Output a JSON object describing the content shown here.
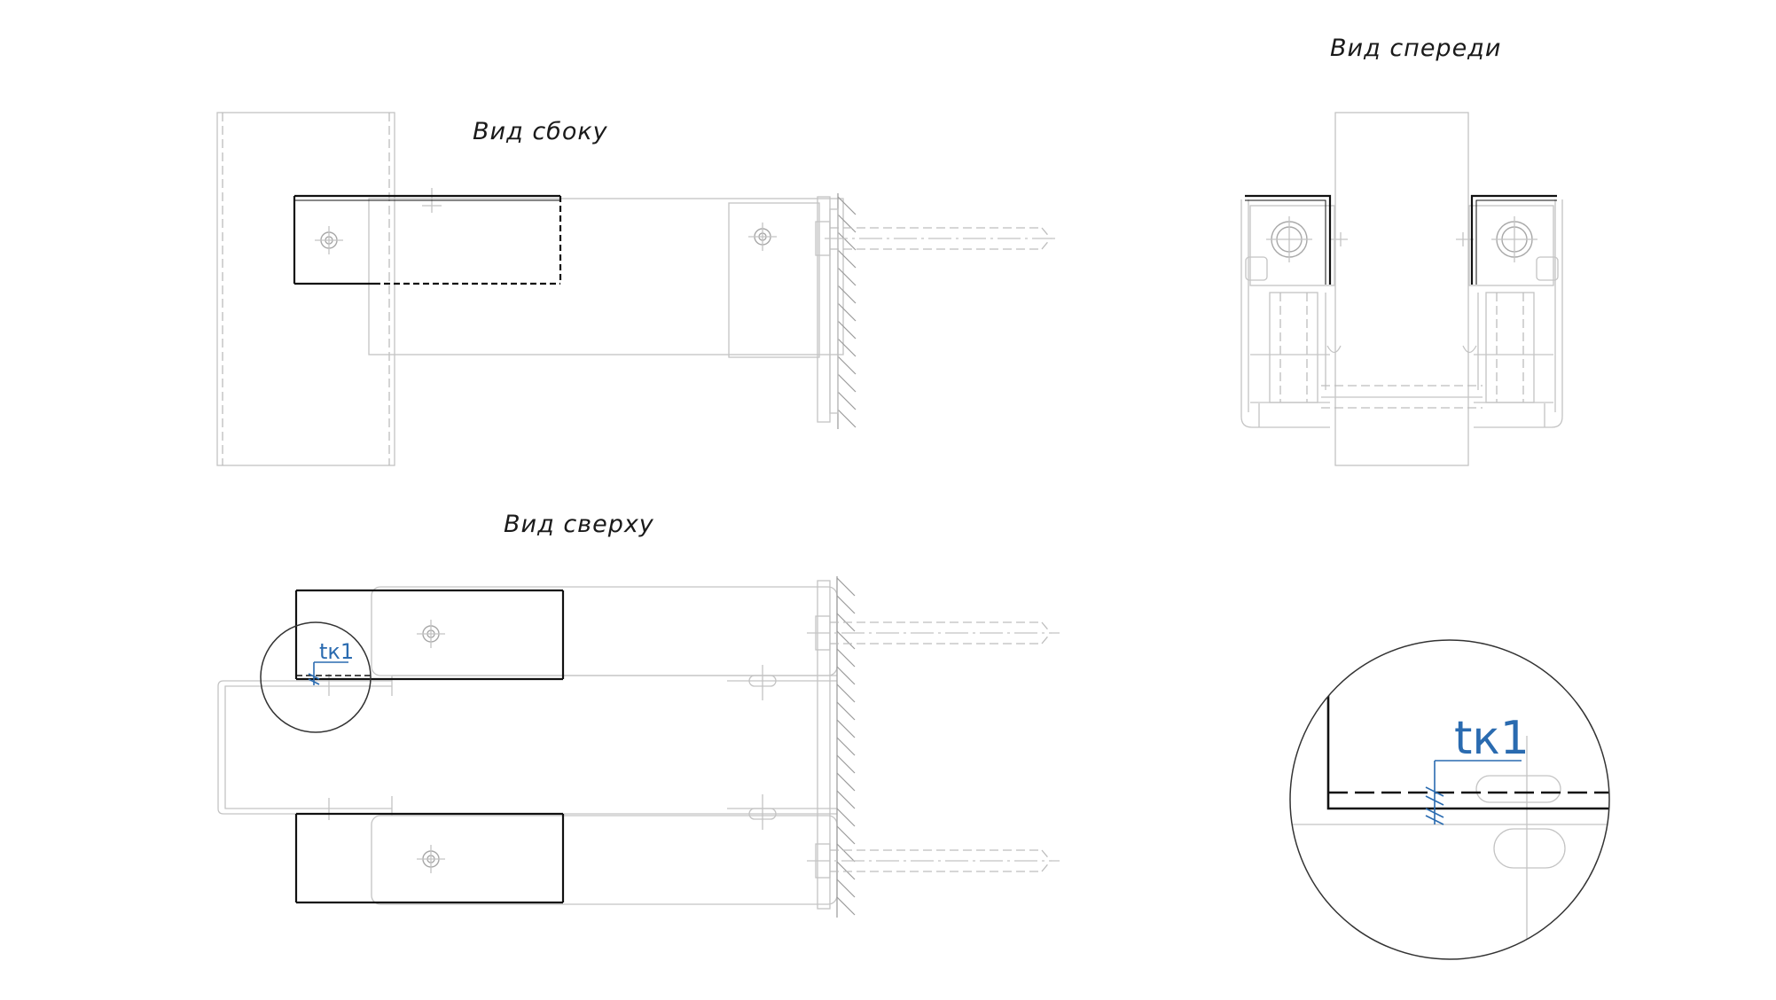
{
  "views": {
    "side": {
      "title": "Вид сбоку"
    },
    "front": {
      "title": "Вид спереди"
    },
    "top": {
      "title": "Вид сверху"
    }
  },
  "weld": {
    "label": "tк1"
  },
  "colors": {
    "object_line": "#111111",
    "context_line": "#c4c4c4",
    "annotation": "#2a6bb0"
  }
}
